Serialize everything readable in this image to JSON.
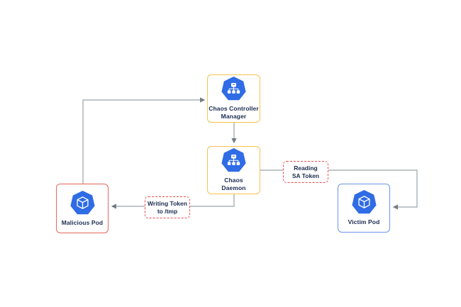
{
  "diagram": {
    "nodes": [
      {
        "id": "chaos-controller-manager",
        "label": "Chaos Controller\nManager",
        "icon": "sitemap-icon",
        "border_color": "#F6C350"
      },
      {
        "id": "chaos-daemon",
        "label": "Chaos\nDaemon",
        "icon": "sitemap-icon",
        "border_color": "#F6C350"
      },
      {
        "id": "malicious-pod",
        "label": "Malicious Pod",
        "icon": "cube-icon",
        "border_color": "#E3685C"
      },
      {
        "id": "victim-pod",
        "label": "Victim Pod",
        "icon": "cube-icon",
        "border_color": "#6B97E8"
      }
    ],
    "edge_labels": [
      {
        "id": "reading-sa-token",
        "label": "Reading\nSA Token",
        "border_color": "#EE4B4B"
      },
      {
        "id": "writing-token-to-tmp",
        "label": "Writing Token\nto /tmp",
        "border_color": "#EE4B4B"
      }
    ],
    "colors": {
      "icon_blue": "#2F6CE5",
      "line_gray": "#9AA3AB",
      "arrowhead_gray": "#747C85",
      "text_navy": "#1B2C4F",
      "label_dashed_red": "#EE4B4B",
      "node_yellow_border": "#F6C350",
      "node_red_border": "#E3685C",
      "node_blue_border": "#6B97E8",
      "background": "#FFFFFF"
    }
  }
}
